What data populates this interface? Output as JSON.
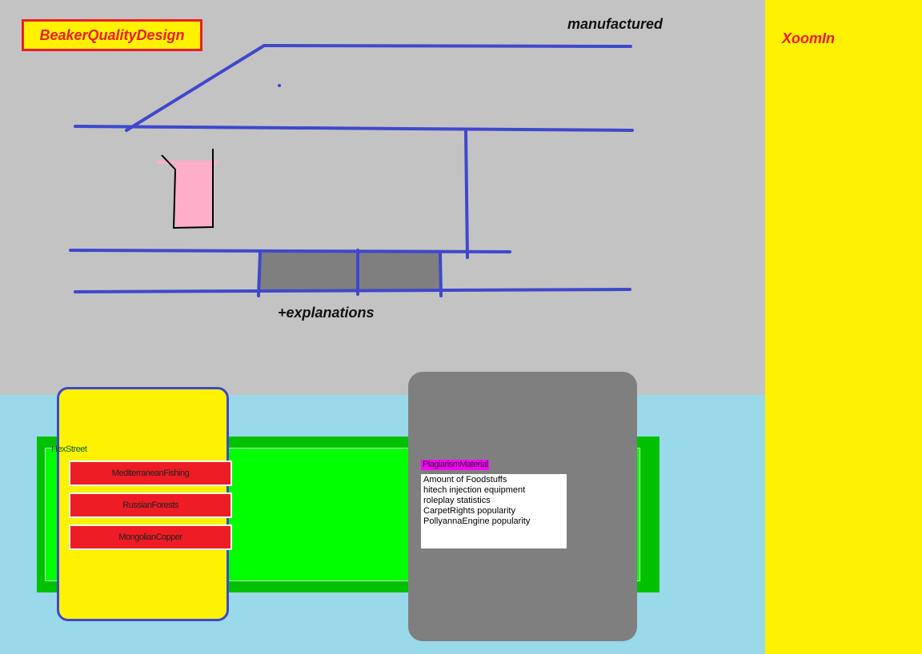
{
  "colors": {
    "gray_bg": "#c3c3c3",
    "blue_bg": "#99d9ea",
    "sidebar": "#fff200",
    "accent_red": "#ee1c24",
    "sketch_blue": "#3f48cc",
    "pink": "#ffaec9",
    "dark_gray": "#7f7f7f",
    "green_outer": "#00c000",
    "green_inner": "#00ff00",
    "magenta": "#ff00ff"
  },
  "header": {
    "logo": "BeakerQualityDesign"
  },
  "sidebar": {
    "label": "XoomIn"
  },
  "sketch": {
    "top_annotation": "manufactured",
    "bottom_annotation": "+explanations"
  },
  "street_panel": {
    "label": "HexStreet",
    "buttons": [
      "MediterraneanFishing",
      "RussianForests",
      "MongolianCopper"
    ]
  },
  "material_panel": {
    "label": "PlagiarismMaterial",
    "items": [
      "Amount of Foodstuffs",
      "hitech injection equipment",
      "roleplay statistics",
      "CarpetRights popularity",
      "PollyannaEngine popularity"
    ]
  }
}
